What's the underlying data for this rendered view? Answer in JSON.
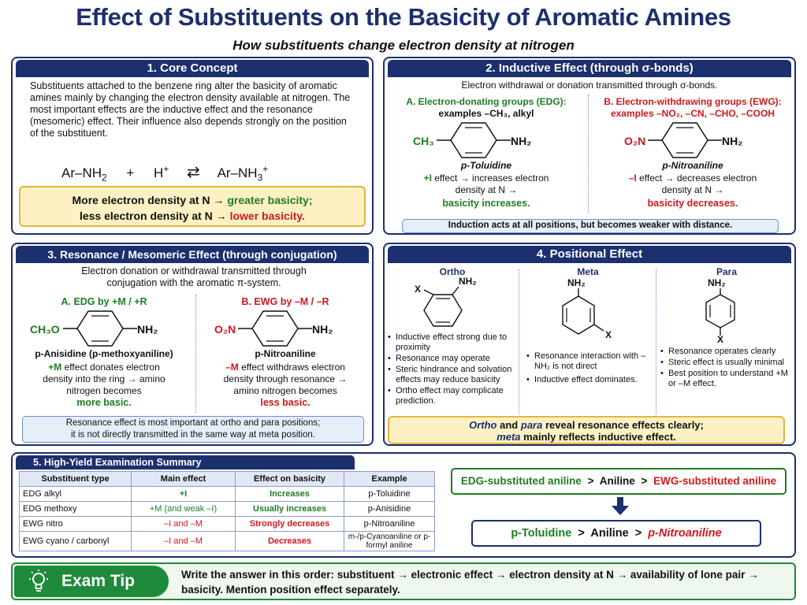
{
  "header": {
    "title": "Effect of Substituents on the Basicity of Aromatic Amines",
    "subtitle": "How substituents change electron density at nitrogen"
  },
  "core": {
    "heading": "1. Core Concept",
    "body": "Substituents attached to the benzene ring alter the basicity of aromatic amines mainly by changing the electron density available at nitrogen. The most important effects are the inductive effect and the resonance (mesomeric) effect. Their influence also depends strongly on the position of the substituent.",
    "eq_left": "Ar–NH",
    "eq_plus": "+",
    "eq_h": "H",
    "eq_arrow": "⇄",
    "eq_right": "Ar–NH",
    "box_line1_a": "More electron density at N →",
    "box_line1_b": "greater basicity;",
    "box_line2_a": "less electron density at N →",
    "box_line2_b": "lower basicity."
  },
  "inductive": {
    "heading": "2. Inductive Effect (through σ-bonds)",
    "intro": "Electron withdrawal or donation transmitted through σ-bonds.",
    "edg_title": "A. Electron-donating groups (EDG):",
    "edg_examples": "examples –CH₃, alkyl",
    "ewg_title": "B. Electron-withdrawing groups (EWG):",
    "ewg_examples": "examples –NO₂, –CN, –CHO, –COOH",
    "edg_sub": "CH₃",
    "ewg_sub": "O₂N",
    "amine": "NH₂",
    "edg_name": "p-Toluidine",
    "ewg_name": "p-Nitroaniline",
    "edg_effect_a": "+I",
    "edg_effect_b": "effect → increases electron density at N →",
    "edg_result": "basicity increases.",
    "ewg_effect_a": "–I",
    "ewg_effect_b": "effect → decreases electron density at N →",
    "ewg_result": "basicity decreases.",
    "note": "Induction acts at all positions, but becomes weaker with distance."
  },
  "resonance": {
    "heading": "3. Resonance / Mesomeric Effect (through conjugation)",
    "intro": "Electron donation or withdrawal transmitted through conjugation with the aromatic π-system.",
    "edg_title": "A. EDG by +M / +R",
    "ewg_title": "B. EWG by –M / –R",
    "edg_sub": "CH₃O",
    "ewg_sub": "O₂N",
    "amine": "NH₂",
    "edg_name": "p-Anisidine (p-methoxyaniline)",
    "ewg_name": "p-Nitroaniline",
    "edg_effect_a": "+M",
    "edg_effect_b": "effect donates electron density into the ring → amino nitrogen becomes",
    "edg_result": "more basic.",
    "ewg_effect_a": "–M",
    "ewg_effect_b": "effect withdraws electron density through resonance → amino nitrogen becomes",
    "ewg_result": "less basic.",
    "note_line1": "Resonance effect is most important at ortho and para positions;",
    "note_line2": "it is not directly transmitted in the same way at meta position."
  },
  "positional": {
    "heading": "4. Positional Effect",
    "cols": [
      {
        "title": "Ortho",
        "x": "X",
        "amine": "NH₂",
        "points": [
          "Inductive effect strong due to proximity",
          "Resonance may operate",
          "Steric hindrance and solvation effects may reduce basicity",
          "Ortho effect may complicate prediction."
        ]
      },
      {
        "title": "Meta",
        "x": "X",
        "amine": "NH₂",
        "points": [
          "Resonance interaction with –NH₂ is not direct",
          "Inductive effect dominates."
        ]
      },
      {
        "title": "Para",
        "x": "X",
        "amine": "NH₂",
        "points": [
          "Resonance operates clearly",
          "Steric effect is usually minimal",
          "Best position to understand +M or –M effect."
        ]
      }
    ],
    "summary_1a": "Ortho",
    "summary_1b": "and",
    "summary_1c": "para",
    "summary_1d": "reveal resonance effects clearly;",
    "summary_2a": "meta",
    "summary_2b": "mainly reflects inductive effect."
  },
  "summary": {
    "heading": "5. High-Yield Examination Summary",
    "columns": [
      "Substituent type",
      "Main effect",
      "Effect on basicity",
      "Example"
    ],
    "rows": [
      [
        "EDG alkyl",
        "+I",
        "Increases",
        "p-Toluidine"
      ],
      [
        "EDG methoxy",
        "+M (and weak –I)",
        "Usually increases",
        "p-Anisidine"
      ],
      [
        "EWG nitro",
        "–I and –M",
        "Strongly decreases",
        "p-Nitroaniline"
      ],
      [
        "EWG cyano / carbonyl",
        "–I and –M",
        "Decreases",
        "m-/p-Cyanoaniline or p-formyl aniline"
      ]
    ],
    "order1_a": "EDG-substituted aniline",
    "gt": ">",
    "order1_b": "Aniline",
    "order1_c": "EWG-substituted aniline",
    "order2_a": "p-Toluidine",
    "order2_b": "Aniline",
    "order2_c": "p-Nitroaniline"
  },
  "tip": {
    "label": "Exam Tip",
    "text": "Write the answer in this order: substituent → electronic effect → electron density at N → availability of lone pair → basicity. Mention position effect separately."
  },
  "colors": {
    "navy": "#1c2f6e",
    "green": "#1e7d23",
    "red": "#d0181c",
    "tip_green": "#1f8a3a"
  }
}
